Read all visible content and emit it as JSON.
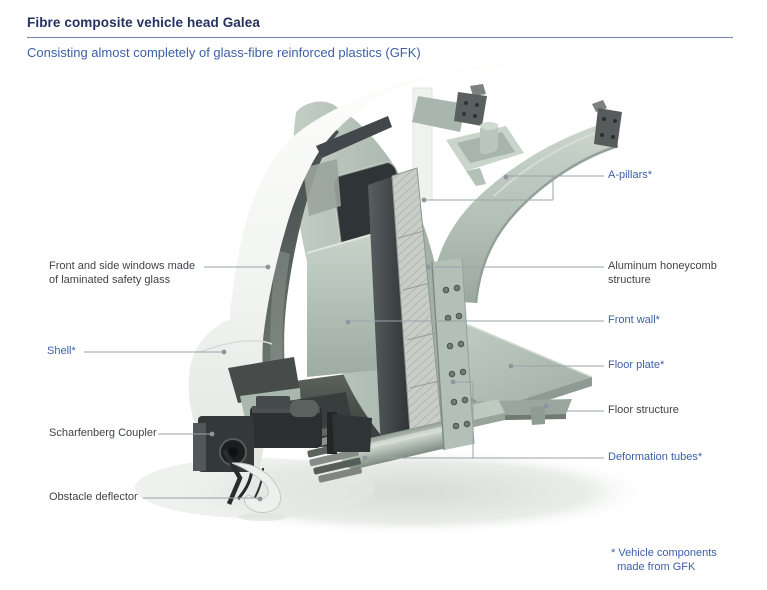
{
  "header": {
    "title": "Fibre composite vehicle head Galea",
    "subtitle": "Consisting almost completely of glass-fibre reinforced plastics (GFK)"
  },
  "labels": {
    "windows": {
      "text": "Front and side windows made\nof laminated safety glass"
    },
    "shell": {
      "text": "Shell*"
    },
    "coupler": {
      "text": "Scharfenberg Coupler"
    },
    "deflector": {
      "text": "Obstacle deflector"
    },
    "a_pillars": {
      "text": "A-pillars*"
    },
    "honeycomb": {
      "text": "Aluminum honeycomb\nstructure"
    },
    "front_wall": {
      "text": "Front wall*"
    },
    "floor_plate": {
      "text": "Floor plate*"
    },
    "floor_structure": {
      "text": "Floor structure"
    },
    "deformation_tubes": {
      "text": "Deformation tubes*"
    }
  },
  "footnote": {
    "text": "* Vehicle components\n  made from GFK"
  },
  "colors": {
    "title_navy": "#25315e",
    "subtitle_blue": "#3c5fa6",
    "blue_label": "#3d5fa8",
    "gray_label": "#3e444a",
    "leader_line": "#9aa3aa",
    "rule_blue": "#7381ab",
    "sage_green": "#b2bfb6",
    "shell_white": "#f6f7f5",
    "glass_dark": "#434a4c",
    "coupler_dark": "#2b2f30"
  }
}
